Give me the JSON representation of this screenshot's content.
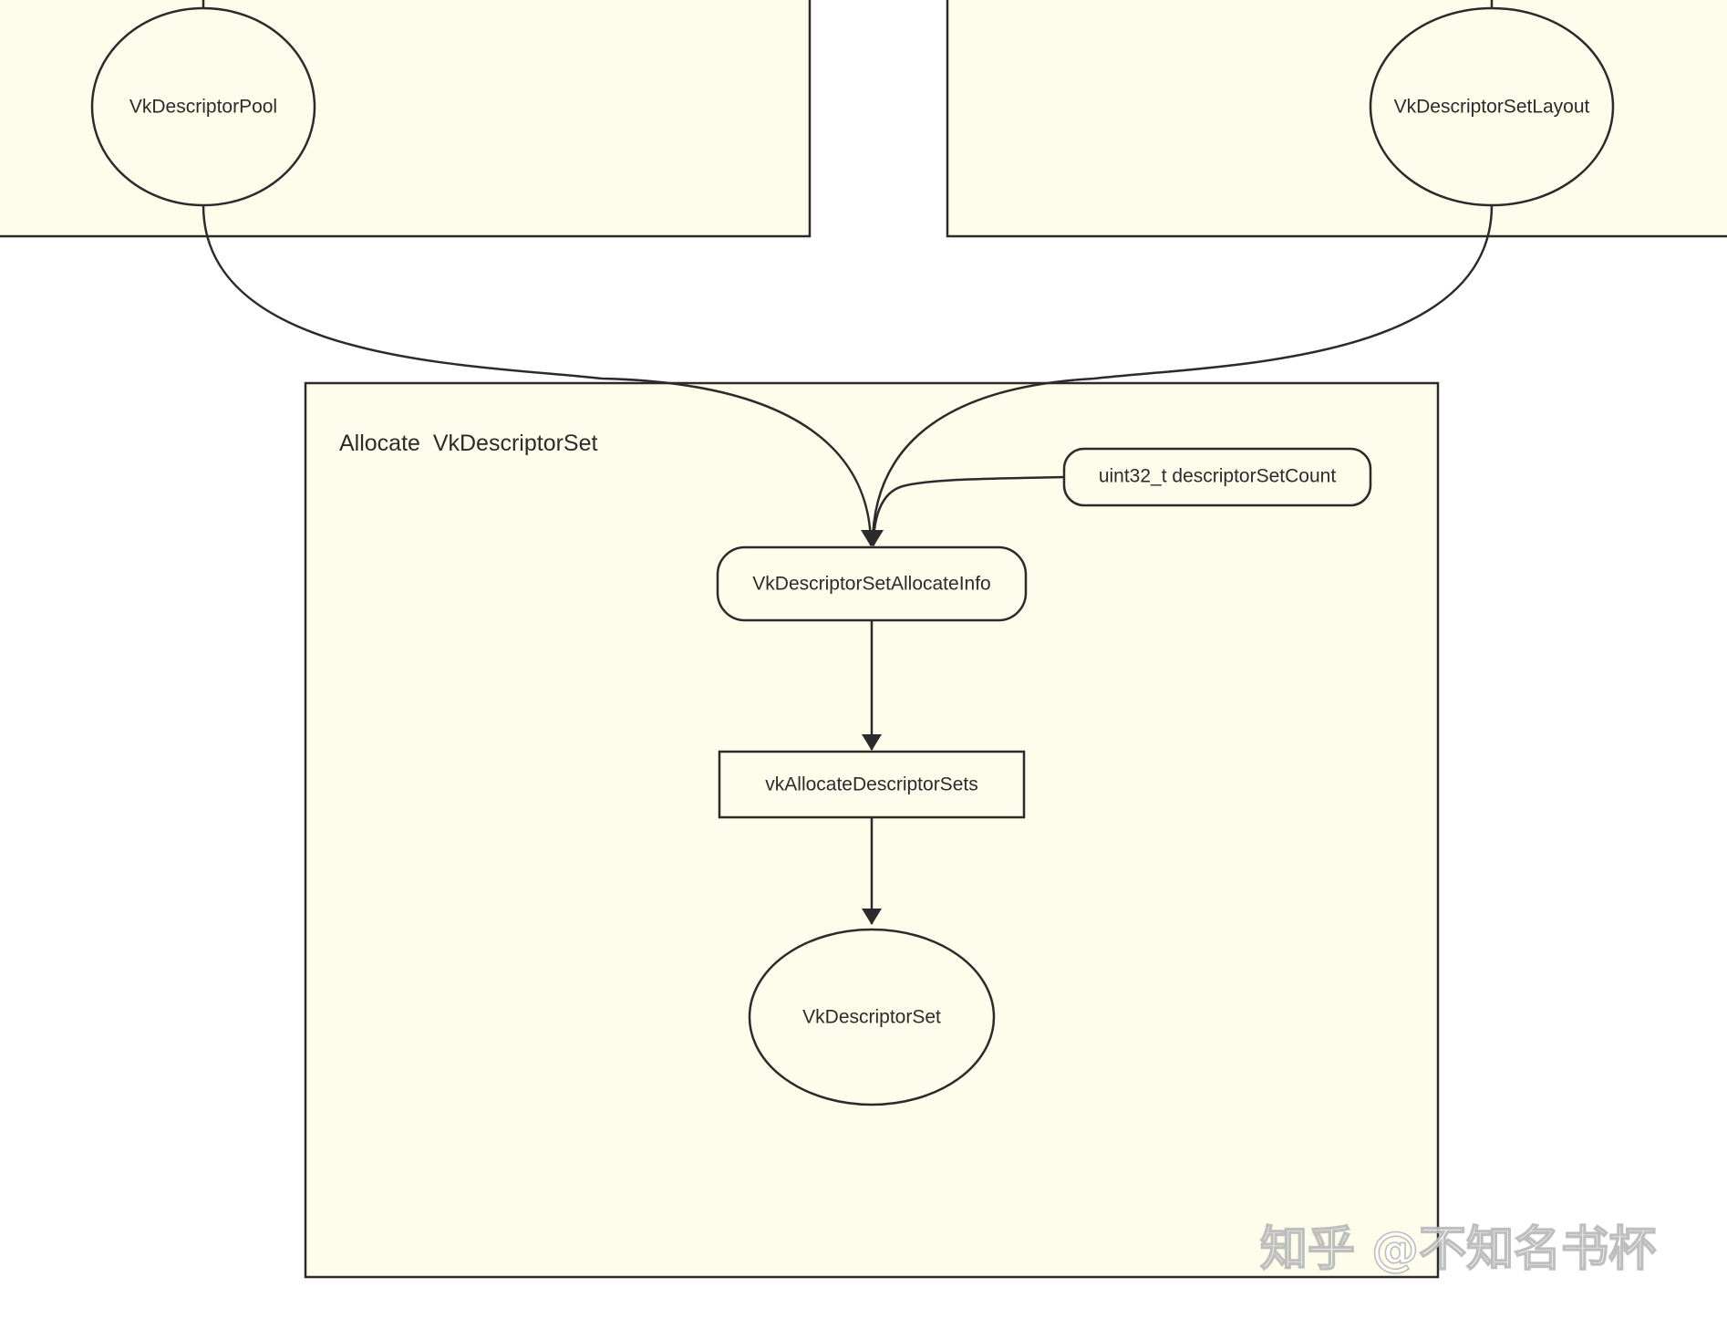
{
  "diagram": {
    "nodes": {
      "pool": {
        "label": "VkDescriptorPool",
        "shape": "ellipse"
      },
      "layout": {
        "label": "VkDescriptorSetLayout",
        "shape": "ellipse"
      },
      "count": {
        "label": "uint32_t descriptorSetCount",
        "shape": "rounded-rect"
      },
      "allocate_info": {
        "label": "VkDescriptorSetAllocateInfo",
        "shape": "rounded-rect"
      },
      "allocate_call": {
        "label": "vkAllocateDescriptorSets",
        "shape": "rect"
      },
      "descriptor_set": {
        "label": "VkDescriptorSet",
        "shape": "ellipse"
      }
    },
    "group": {
      "title": "Allocate  VkDescriptorSet"
    },
    "edges": [
      {
        "from": "pool",
        "to": "allocate_info"
      },
      {
        "from": "layout",
        "to": "allocate_info"
      },
      {
        "from": "count",
        "to": "allocate_info"
      },
      {
        "from": "allocate_info",
        "to": "allocate_call"
      },
      {
        "from": "allocate_call",
        "to": "descriptor_set"
      }
    ],
    "colors": {
      "container_fill": "#fefdeb",
      "stroke": "#2b2b2b",
      "background": "#ffffff"
    }
  },
  "watermark": {
    "text": "知乎 @不知名书杯"
  }
}
